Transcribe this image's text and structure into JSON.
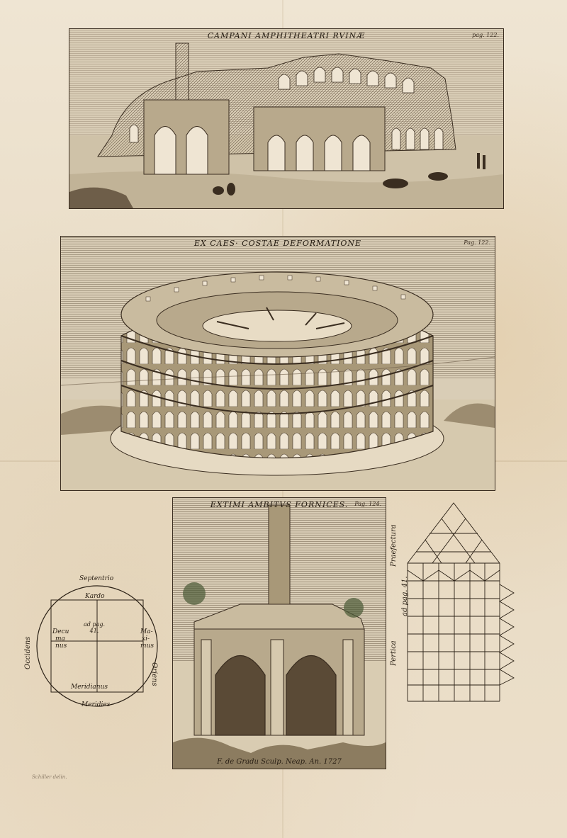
{
  "plates": {
    "top": {
      "title": "CAMPANI AMPHITHEATRI RVINÆ",
      "page_ref": "pag. 122."
    },
    "middle": {
      "title": "EX CAES· COSTAE DEFORMATIONE",
      "page_ref": "Pag. 122."
    },
    "bottom": {
      "title": "EXTIMI AMBITVS FORNICES.",
      "page_ref": "Pag. 124.",
      "credit": "F. de Gradu Sculp. Neap. An. 1727"
    }
  },
  "map": {
    "north": "Septentrio",
    "south": "Meridies",
    "west": "Occidens",
    "east": "Oriens",
    "kardo": "Kardo",
    "meridianus": "Meridianus",
    "decumanus": [
      "Decu",
      "ma",
      "nus"
    ],
    "maximus": [
      "Ma-",
      "xi-",
      "mus"
    ],
    "ad_pag": "ad pag. 41."
  },
  "diagram": {
    "pertica": "Pertica",
    "ad_pag": "ad pag. 41.",
    "praefectura": "Praefectura"
  },
  "signature": "Schiller delin."
}
